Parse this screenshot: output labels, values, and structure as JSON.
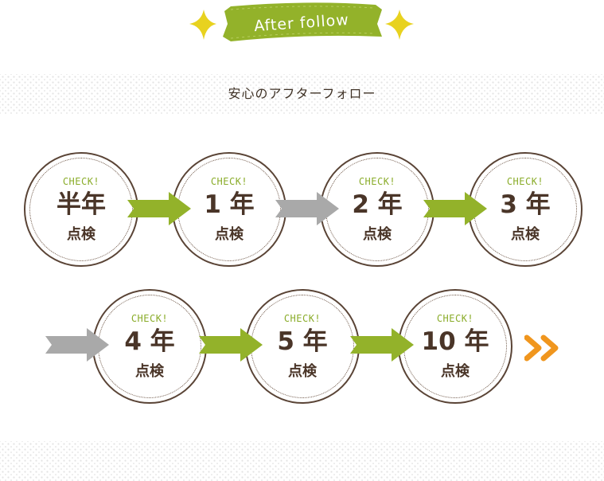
{
  "banner": {
    "title": "After follow"
  },
  "subtitle": "安心のアフターフォロー",
  "colors": {
    "green": "#93b22a",
    "gray": "#a9a9a9",
    "brown": "#4a3528",
    "accent_orange": "#f0961e",
    "star_yellow": "#e8d21f"
  },
  "steps": [
    {
      "check": "CHECK!",
      "period": "半年",
      "label": "点検"
    },
    {
      "check": "CHECK!",
      "period": "1 年",
      "label": "点検"
    },
    {
      "check": "CHECK!",
      "period": "2 年",
      "label": "点検"
    },
    {
      "check": "CHECK!",
      "period": "3 年",
      "label": "点検"
    },
    {
      "check": "CHECK!",
      "period": "4 年",
      "label": "点検"
    },
    {
      "check": "CHECK!",
      "period": "5 年",
      "label": "点検"
    },
    {
      "check": "CHECK!",
      "period": "10 年",
      "label": "点検"
    }
  ],
  "arrows": [
    "green",
    "gray",
    "green",
    "gray",
    "green",
    "green"
  ],
  "icons": {
    "star": "sparkle-star-icon",
    "more": "double-chevron-right-icon"
  }
}
